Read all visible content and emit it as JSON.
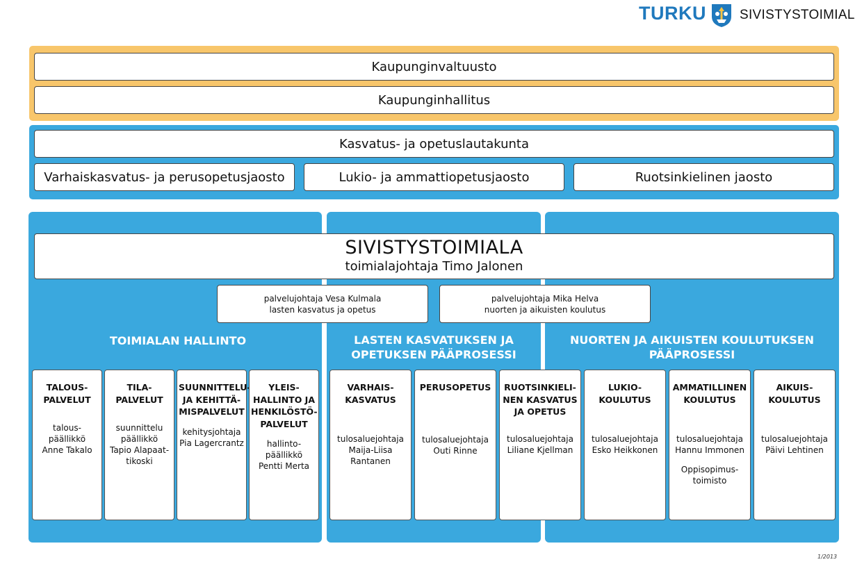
{
  "header": {
    "logo_city": "TURKU",
    "logo_department": "SIVISTYSTOIMIALA",
    "crest_icon": "turku-coat-of-arms-icon"
  },
  "colors": {
    "blue": "#3aa8de",
    "yellow": "#f8c66b",
    "logo_blue": "#1f79bd"
  },
  "council": {
    "city_council": "Kaupunginvaltuusto",
    "city_board": "Kaupunginhallitus",
    "committee": "Kasvatus- ja opetuslautakunta",
    "divisions": [
      "Varhaiskasvatus- ja perusopetusjaosto",
      "Lukio- ja ammattiopetusjaosto",
      "Ruotsinkielinen jaosto"
    ]
  },
  "org": {
    "title": "SIVISTYSTOIMIALA",
    "subtitle": "toimialajohtaja Timo Jalonen",
    "directors": [
      {
        "line1": "palvelujohtaja Vesa Kulmala",
        "line2": "lasten kasvatus ja opetus"
      },
      {
        "line1": "palvelujohtaja Mika Helva",
        "line2": "nuorten ja aikuisten koulutus"
      }
    ],
    "sections": [
      "TOIMIALAN HALLINTO",
      "LASTEN KASVATUKSEN JA\nOPETUKSEN PÄÄPROSESSI",
      "NUORTEN JA AIKUISTEN KOULUTUKSEN\nPÄÄPROSESSI"
    ],
    "units": [
      {
        "name": "TALOUS-\nPALVELUT",
        "head": "talous-\npäällikkö\nAnne Takalo"
      },
      {
        "name": "TILA-\nPALVELUT",
        "head": "suunnittelu\npäällikkö\nTapio Alapaat-\ntikoski"
      },
      {
        "name": "SUUNNITTELU-\nJA KEHITTÄ-\nMISPALVELUT",
        "head": "kehitysjohtaja\nPia Lagercrantz"
      },
      {
        "name": "YLEIS-\nHALLINTO JA\nHENKILÖSTÖ-\nPALVELUT",
        "head": "hallinto-\npäällikkö\nPentti Merta"
      },
      {
        "name": "VARHAIS-\nKASVATUS",
        "head": "tulosaluejohtaja\nMaija-Liisa\nRantanen"
      },
      {
        "name": "PERUSOPETUS",
        "head": "tulosaluejohtaja\nOuti Rinne"
      },
      {
        "name": "RUOTSINKIELI-\nNEN KASVATUS\nJA OPETUS",
        "head": "tulosaluejohtaja\nLiliane Kjellman"
      },
      {
        "name": "LUKIO-\nKOULUTUS",
        "head": "tulosaluejohtaja\nEsko Heikkonen"
      },
      {
        "name": "AMMATILLINEN\nKOULUTUS",
        "head": "tulosaluejohtaja\nHannu  Immonen",
        "extra": "Oppisopimus-\ntoimisto"
      },
      {
        "name": "AIKUIS-\nKOULUTUS",
        "head": "tulosaluejohtaja\nPäivi Lehtinen"
      }
    ]
  },
  "footer": {
    "code": "1/2013"
  }
}
